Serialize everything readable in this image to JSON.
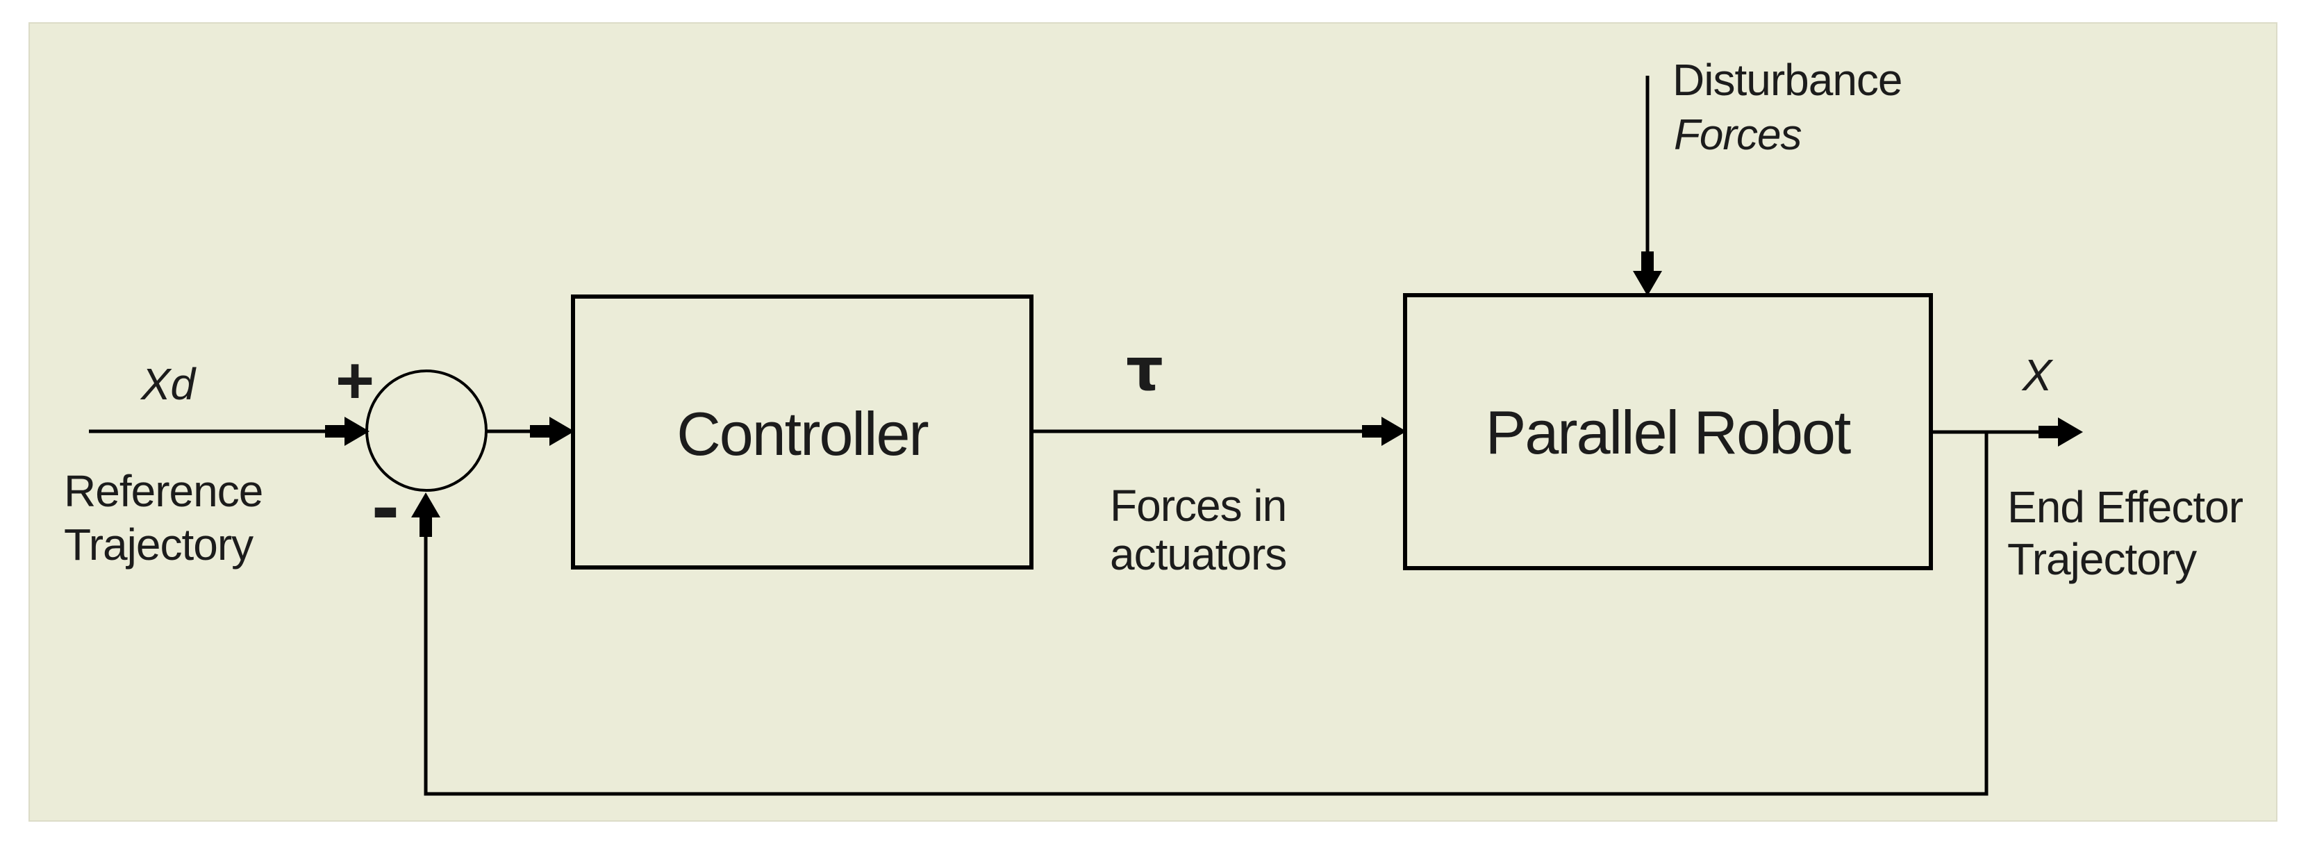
{
  "colors": {
    "page_bg": "#ffffff",
    "panel_bg": "#ebecd8",
    "line": "#000000",
    "text": "#1c1c1c"
  },
  "summing_junction": {
    "plus_label": "+",
    "minus_label": "-"
  },
  "blocks": {
    "controller_label": "Controller",
    "plant_label": "Parallel Robot"
  },
  "signals": {
    "reference": {
      "symbol": "Xd",
      "caption_line1": "Reference",
      "caption_line2": "Trajectory"
    },
    "control": {
      "symbol": "τ",
      "caption_line1": "Forces in",
      "caption_line2": "actuators"
    },
    "disturbance": {
      "caption_line1": "Disturbance",
      "caption_line2": "Forces"
    },
    "output": {
      "symbol": "X",
      "caption_line1": "End Effector",
      "caption_line2": "Trajectory"
    }
  }
}
